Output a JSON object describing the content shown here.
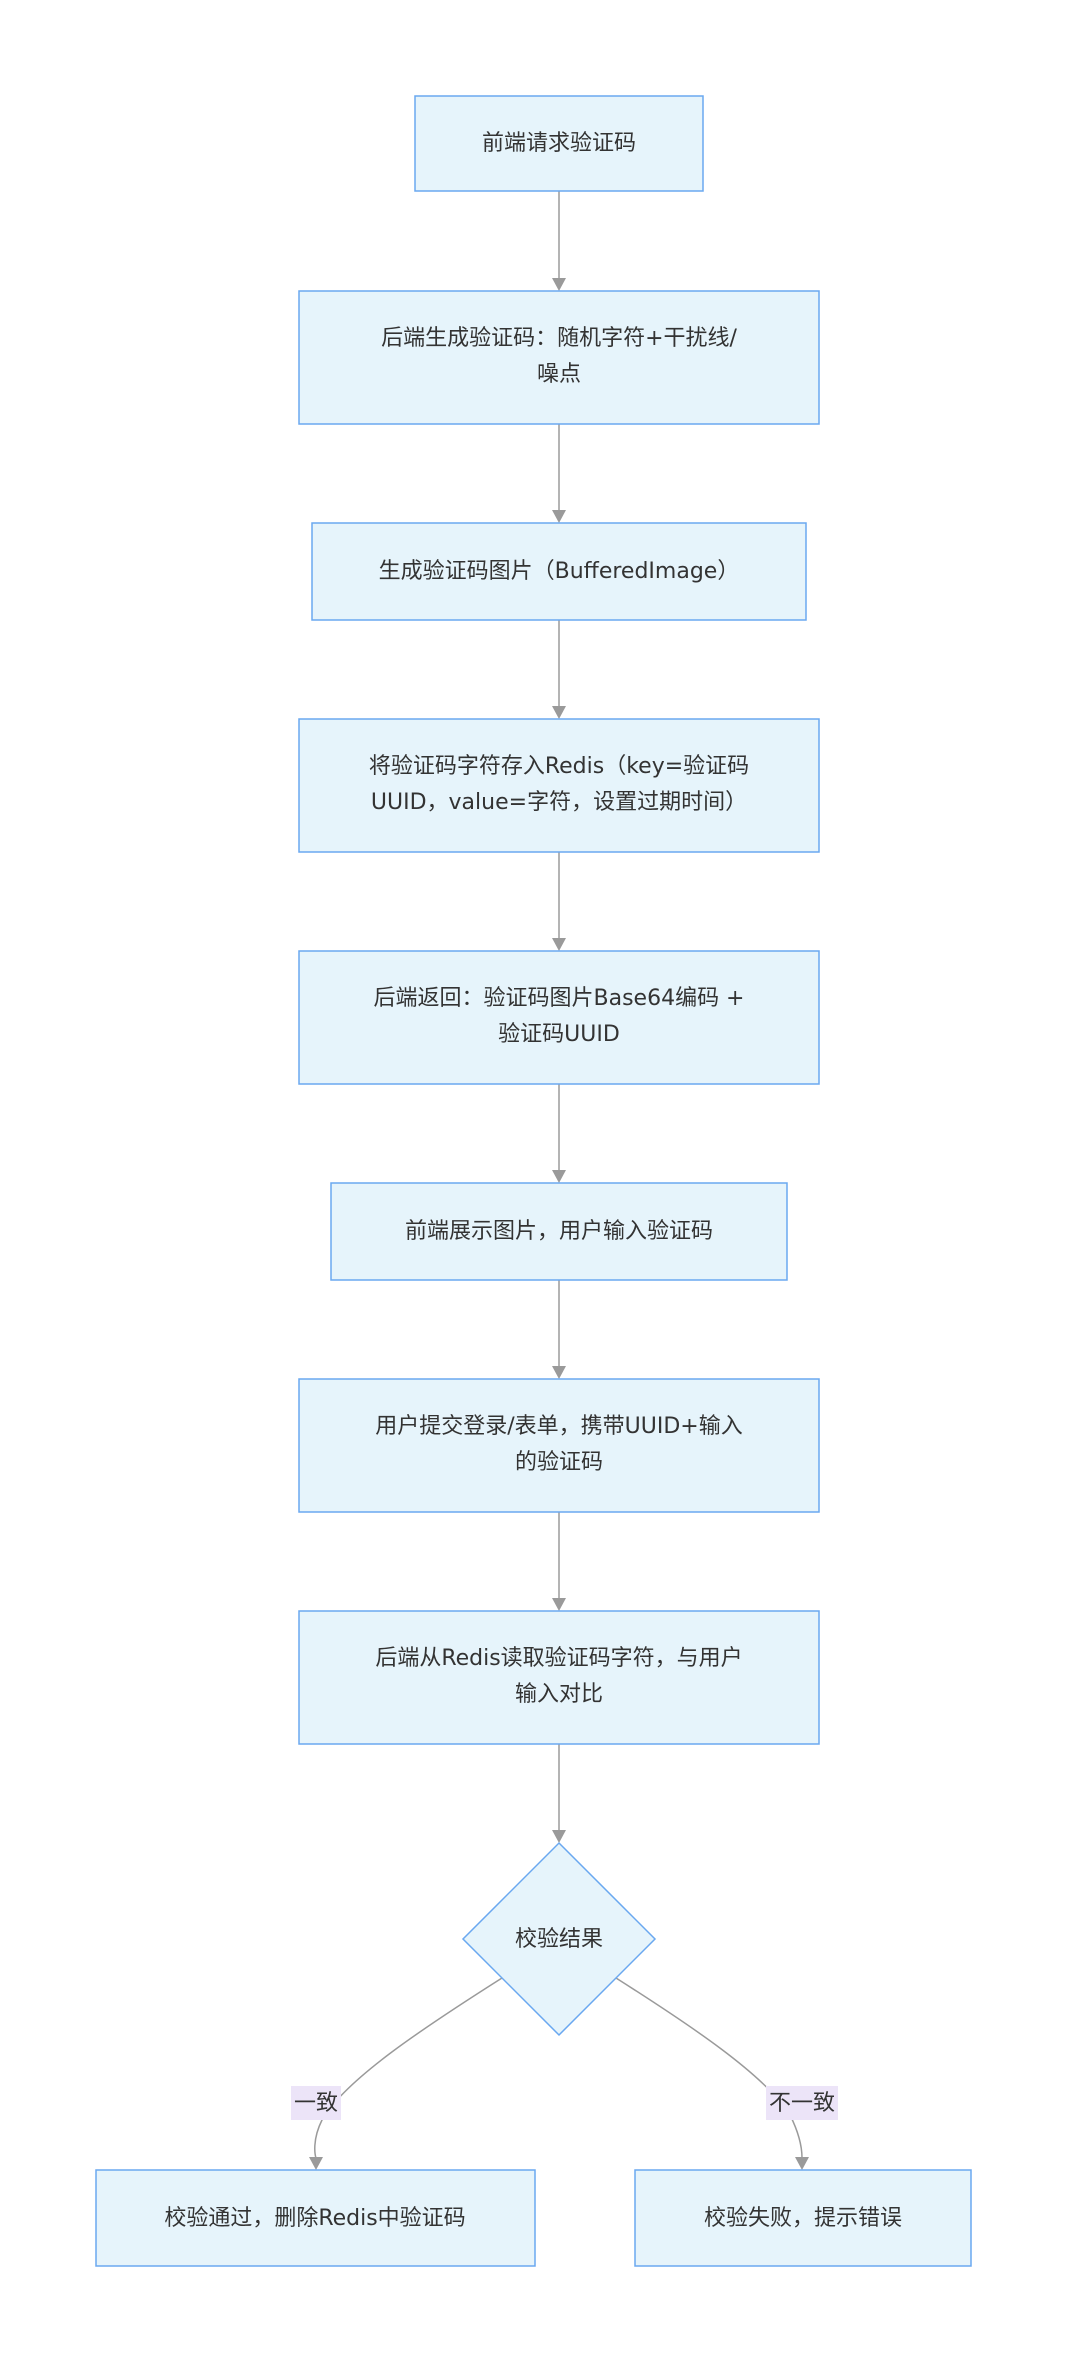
{
  "flowchart": {
    "nodes": {
      "request": [
        "前端请求验证码"
      ],
      "generate": [
        "后端生成验证码：随机字符+干扰线/",
        "噪点"
      ],
      "image": [
        "生成验证码图片（BufferedImage）"
      ],
      "store": [
        "将验证码字符存入Redis（key=验证码",
        "UUID，value=字符，设置过期时间）"
      ],
      "return": [
        "后端返回：验证码图片Base64编码 +",
        "验证码UUID"
      ],
      "display": [
        "前端展示图片，用户输入验证码"
      ],
      "submit": [
        "用户提交登录/表单，携带UUID+输入",
        "的验证码"
      ],
      "compare": [
        "后端从Redis读取验证码字符，与用户",
        "输入对比"
      ],
      "decision": [
        "校验结果"
      ],
      "pass": [
        "校验通过，删除Redis中验证码"
      ],
      "fail": [
        "校验失败，提示错误"
      ]
    },
    "edge_labels": {
      "match": "一致",
      "mismatch": "不一致"
    },
    "colors": {
      "node_fill": "#e6f4fb",
      "node_border": "#6aa8f0",
      "edge": "#9a9a9a",
      "label_bg": "#ece4f8",
      "text": "#333333"
    }
  }
}
